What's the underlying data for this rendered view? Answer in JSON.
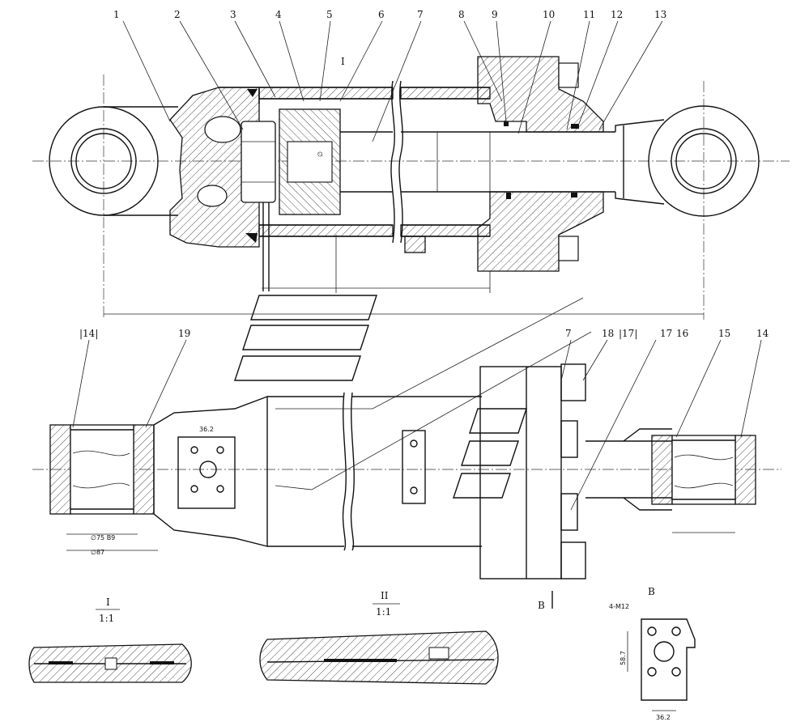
{
  "colors": {
    "line": "#111111",
    "background": "#ffffff"
  },
  "callouts": {
    "n1": "1",
    "n2": "2",
    "n3": "3",
    "n4": "4",
    "n5": "5",
    "n6": "6",
    "n7": "7",
    "n8": "8",
    "n9": "9",
    "n10": "10",
    "n11": "11",
    "n12": "12",
    "n13": "13",
    "n14a": "|14|",
    "n19": "19",
    "n7b": "7",
    "n18": "18",
    "n17a": "|17|",
    "n17b": "17",
    "n16": "16",
    "n15": "15",
    "n14b": "14"
  },
  "detail_mark": "I",
  "dims": {
    "bolt_spacing": "36.2",
    "bolt_spacing_b": "36.2",
    "bolt_height_b": "58.7",
    "bolt_holes_b": "4-M12",
    "bore_a": "∅75 B9",
    "bore_b": "∅87"
  },
  "sections": {
    "detail_one": {
      "title": "I",
      "scale": "1:1"
    },
    "detail_two": {
      "title": "II",
      "scale": "1:1"
    },
    "arrow_b_label": "B",
    "view_b_title": "B"
  }
}
